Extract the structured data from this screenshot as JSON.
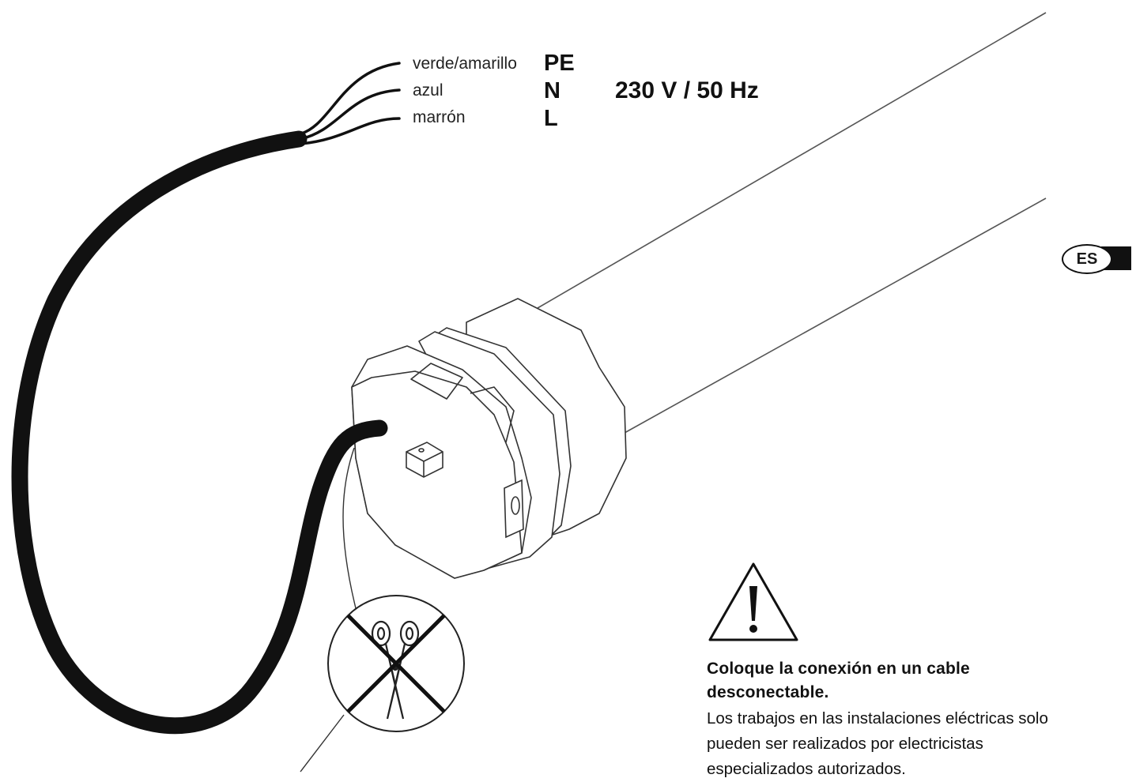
{
  "wiring": [
    {
      "color_name": "verde/amarillo",
      "code": "PE",
      "stroke": "#111111"
    },
    {
      "color_name": "azul",
      "code": "N",
      "stroke": "#111111"
    },
    {
      "color_name": "marrón",
      "code": "L",
      "stroke": "#111111"
    }
  ],
  "supply": {
    "voltage": "230 V / 50 Hz"
  },
  "language_badge": "ES",
  "warning": {
    "icon": "warning-triangle-icon",
    "title": "Coloque la conexión en un cable desconectable.",
    "body": "Los trabajos en las instalaciones eléctricas solo pueden ser realizados por electricistas especializados autorizados."
  },
  "no_cut_symbol": {
    "icon": "scissors-crossed-icon"
  },
  "colors": {
    "ink": "#111111",
    "tube": "#555555",
    "motor_fill": "#ffffff"
  }
}
